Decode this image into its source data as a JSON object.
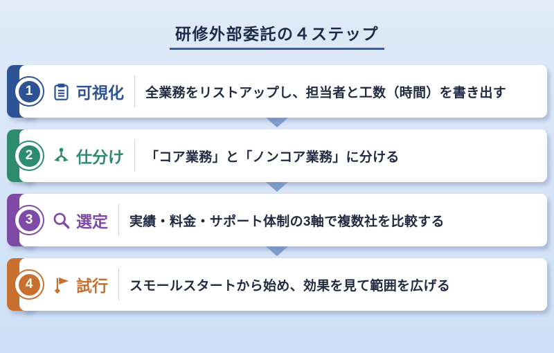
{
  "title": "研修外部委託の４ステップ",
  "steps": [
    {
      "number": "1",
      "label": "可視化",
      "description": "全業務をリストアップし、担当者と工数（時間）を書き出す",
      "color": "#2c5394",
      "icon": "clipboard-icon"
    },
    {
      "number": "2",
      "label": "仕分け",
      "description": "「コア業務」と「ノンコア業務」に分ける",
      "color": "#2e8b6f",
      "icon": "branch-split-icon"
    },
    {
      "number": "3",
      "label": "選定",
      "description": "実績・料金・サポート体制の3軸で複数社を比較する",
      "color": "#7e4aa5",
      "icon": "magnifier-icon"
    },
    {
      "number": "4",
      "label": "試行",
      "description": "スモールスタートから始め、効果を見て範囲を広げる",
      "color": "#c8702f",
      "icon": "flag-icon"
    }
  ],
  "colors": {
    "background_top": "#e0eaf8",
    "background_bottom": "#cde0f7",
    "title_text": "#1b2a4a",
    "title_underline": "#2e5fa8",
    "card_background": "#ffffff",
    "description_text": "#1f2a40",
    "divider": "#ccd2dc",
    "arrow": "#7f9ecf"
  }
}
